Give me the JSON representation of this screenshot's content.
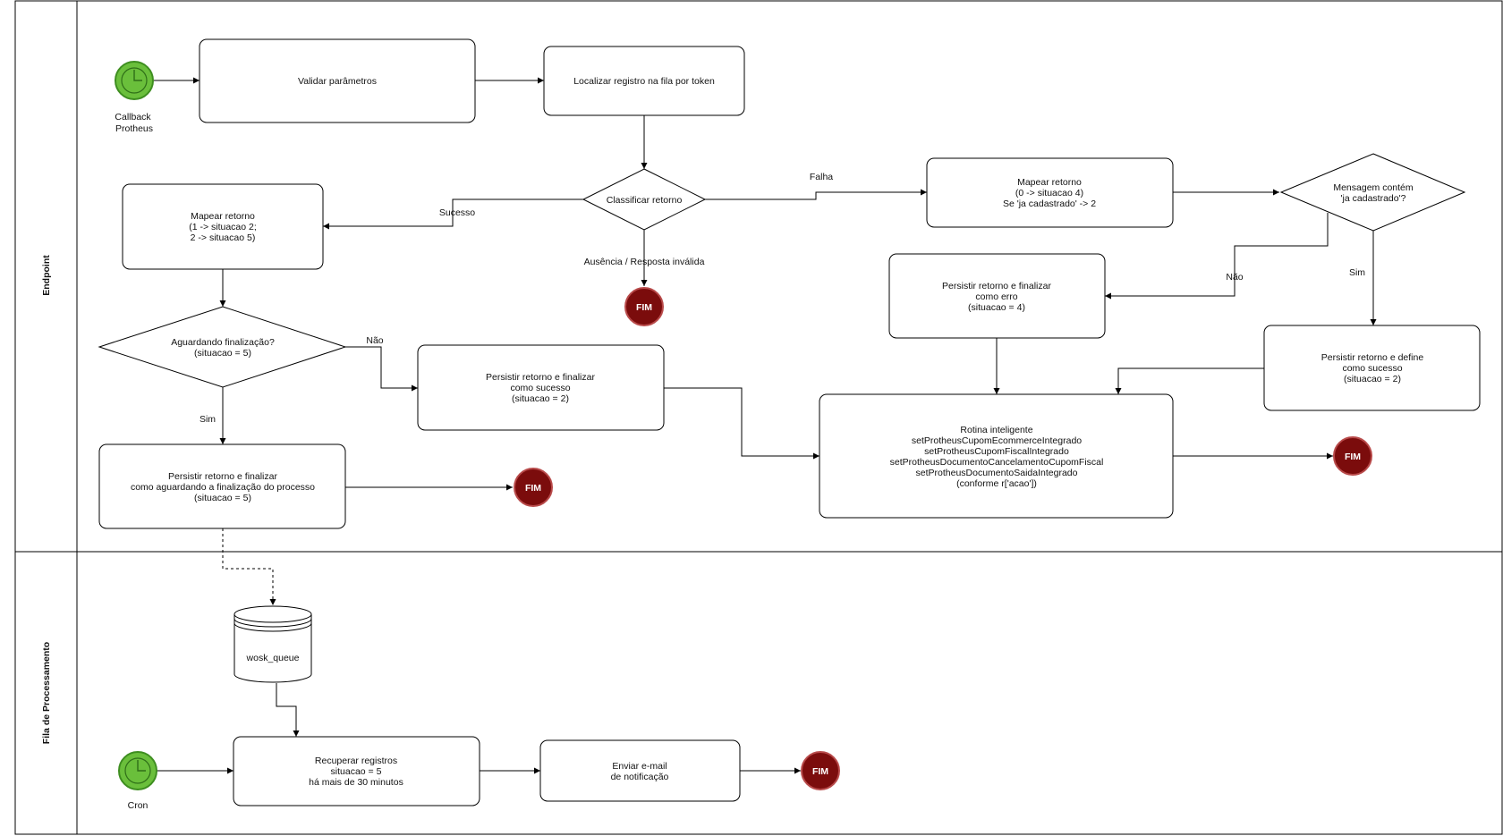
{
  "colors": {
    "start_fill": "#6abf3b",
    "start_stroke": "#3e8e20",
    "end_fill": "#7b0c0c",
    "end_stroke": "#b84a4a"
  },
  "lanes": {
    "endpoint": "Endpoint",
    "fila": "Fila de Processamento"
  },
  "start_events": {
    "callback": [
      "Callback",
      "Protheus"
    ],
    "cron": [
      "Cron"
    ]
  },
  "end_label": "FIM",
  "nodes": {
    "validar": [
      "Validar parâmetros"
    ],
    "localizar": [
      "Localizar registro na fila por token"
    ],
    "classificar": [
      "Classificar retorno"
    ],
    "mapear_sucesso": [
      "Mapear retorno",
      "(1 -> situacao 2;",
      "2 -> situacao 5)"
    ],
    "aguardando": [
      "Aguardando finalização?",
      "(situacao = 5)"
    ],
    "persistir_sucesso": [
      "Persistir retorno e finalizar",
      "como sucesso",
      "(situacao = 2)"
    ],
    "persistir_aguardando": [
      "Persistir retorno e finalizar",
      "como aguardando a finalização do processo",
      "(situacao = 5)"
    ],
    "mapear_falha": [
      "Mapear retorno",
      "(0 -> situacao 4)",
      "Se 'ja cadastrado' -> 2"
    ],
    "mensagem": [
      "Mensagem contém",
      "'ja cadastrado'?"
    ],
    "persistir_erro": [
      "Persistir retorno e finalizar",
      "como erro",
      "(situacao = 4)"
    ],
    "persistir_define": [
      "Persistir retorno e define",
      "como sucesso",
      "(situacao = 2)"
    ],
    "rotina": [
      "Rotina inteligente",
      "setProtheusCupomEcommerceIntegrado",
      "setProtheusCupomFiscalIntegrado",
      "setProtheusDocumentoCancelamentoCupomFiscal",
      "setProtheusDocumentoSaidaIntegrado",
      "(conforme r['acao'])"
    ],
    "queue": [
      "wosk_queue"
    ],
    "recuperar": [
      "Recuperar registros",
      "situacao = 5",
      "há mais de 30 minutos"
    ],
    "enviar": [
      "Enviar e-mail",
      "de notificação"
    ]
  },
  "edge_labels": {
    "sucesso": "Sucesso",
    "falha": "Falha",
    "ausencia": "Ausência / Resposta inválida",
    "nao_aguardando": "Não",
    "sim_aguardando": "Sim",
    "nao_mensagem": "Não",
    "sim_mensagem": "Sim"
  }
}
